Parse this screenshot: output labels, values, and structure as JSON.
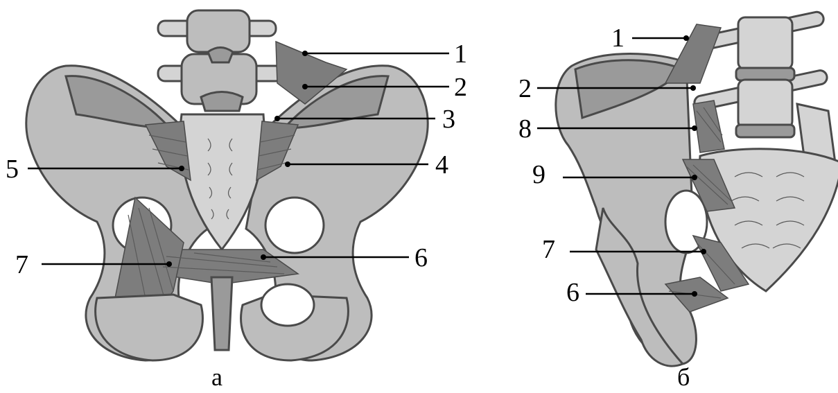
{
  "panels": [
    {
      "caption": "а",
      "labels": [
        {
          "text": "1"
        },
        {
          "text": "2"
        },
        {
          "text": "3"
        },
        {
          "text": "4"
        },
        {
          "text": "5"
        },
        {
          "text": "6"
        },
        {
          "text": "7"
        }
      ]
    },
    {
      "caption": "б",
      "labels": [
        {
          "text": "1"
        },
        {
          "text": "2"
        },
        {
          "text": "8"
        },
        {
          "text": "9"
        },
        {
          "text": "7"
        },
        {
          "text": "6"
        }
      ]
    }
  ]
}
